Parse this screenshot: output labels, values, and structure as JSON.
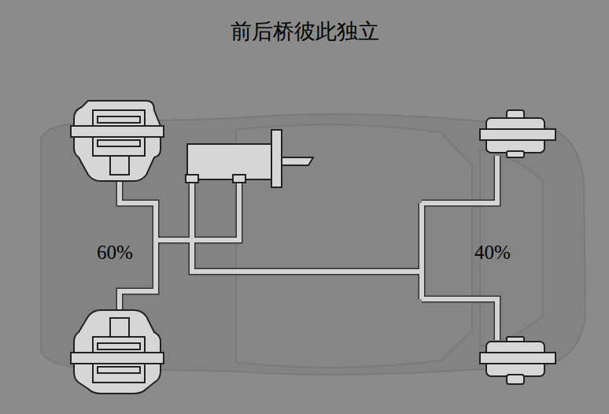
{
  "diagram": {
    "title": "前后桥彼此独立",
    "labels": [
      "60%",
      "40%"
    ]
  }
}
